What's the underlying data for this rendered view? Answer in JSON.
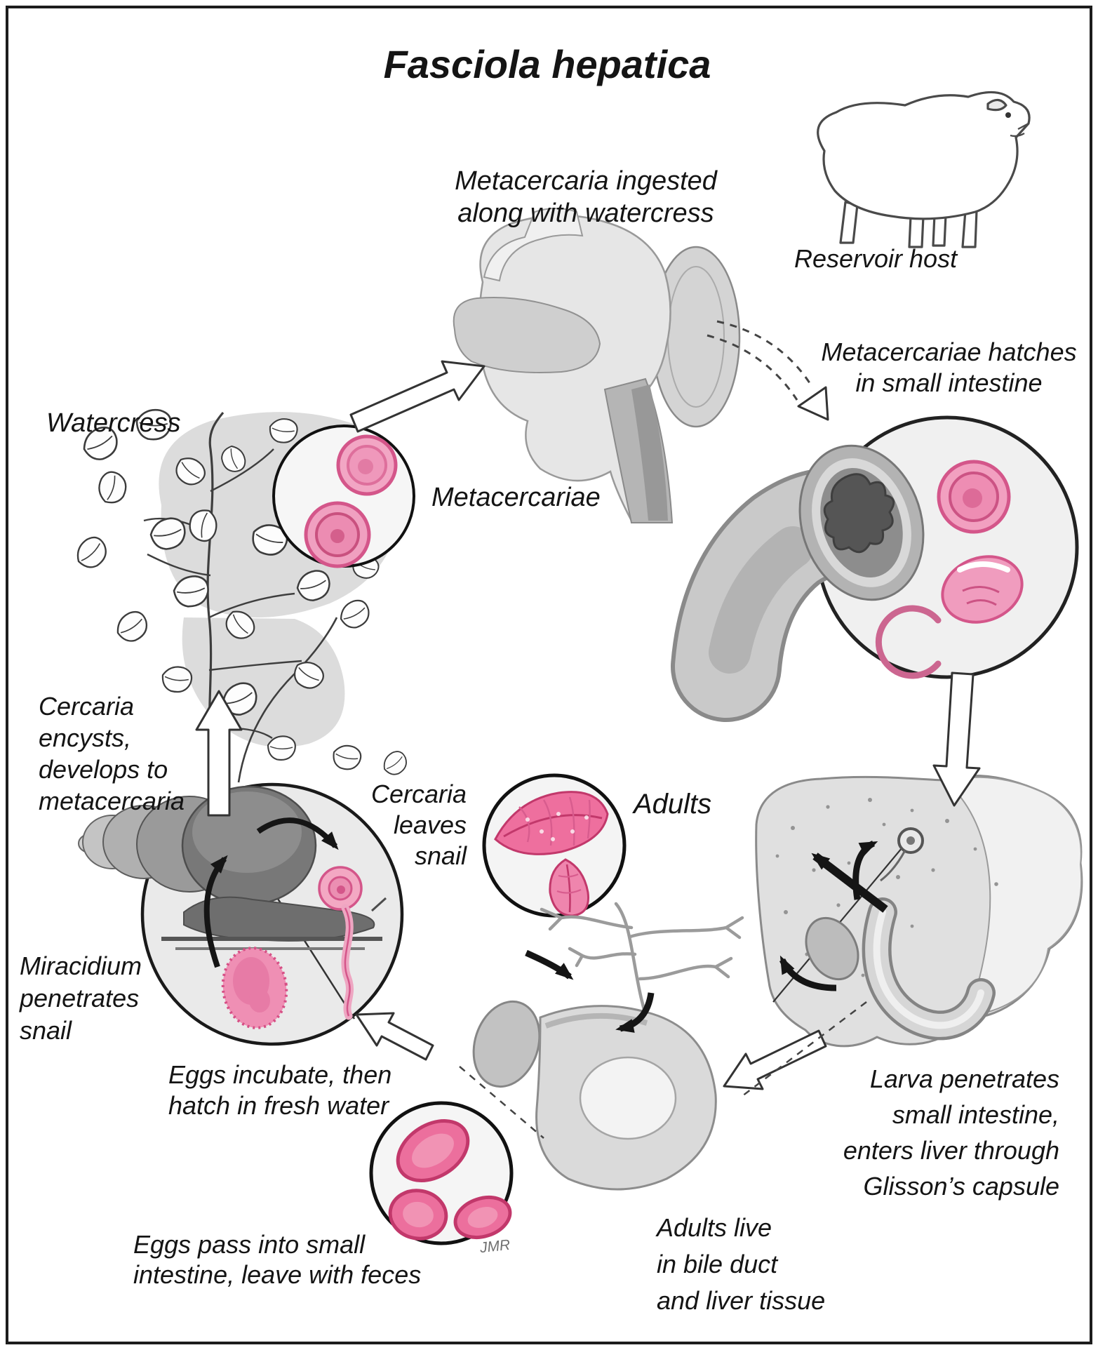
{
  "title": "Fasciola hepatica",
  "labels": {
    "ingested": "Metacercaria ingested\nalong with watercress",
    "reservoir_host": "Reservoir host",
    "hatches": "Metacercariae hatches\nin small intestine",
    "watercress": "Watercress",
    "metacercariae": "Metacercariae",
    "encysts": "Cercaria\nencysts,\ndevelops to\nmetacercaria",
    "cercaria_leaves": "Cercaria\nleaves\nsnail",
    "adults": "Adults",
    "miracidium": "Miracidium\npenetrates\nsnail",
    "eggs_incubate": "Eggs incubate, then\nhatch in fresh water",
    "larva_penetrates": "Larva penetrates\nsmall intestine,\nenters liver through\nGlisson’s capsule",
    "adults_live": "Adults live\nin bile duct\nand liver tissue",
    "eggs_pass": "Eggs pass into small\nintestine, leave with feces",
    "signature": "JMR"
  },
  "colors": {
    "ink": "#141414",
    "pink-light": "#f2a3c1",
    "pink-mid": "#ee6f9e",
    "pink-dark": "#c2386b",
    "gray-light": "#e6e6e6",
    "gray-mid": "#bdbdbd",
    "gray-dark": "#8a8a8a",
    "paper": "#ffffff"
  },
  "illustrations": [
    "sheep (reservoir host)",
    "human mouth and throat section",
    "watercress plant",
    "metacercariae magnifier circle",
    "small intestine section circle",
    "snail with miracidium and cercaria circle",
    "adult flukes circle",
    "liver with gallbladder and duodenum",
    "bile duct tree",
    "fluke eggs circle"
  ]
}
